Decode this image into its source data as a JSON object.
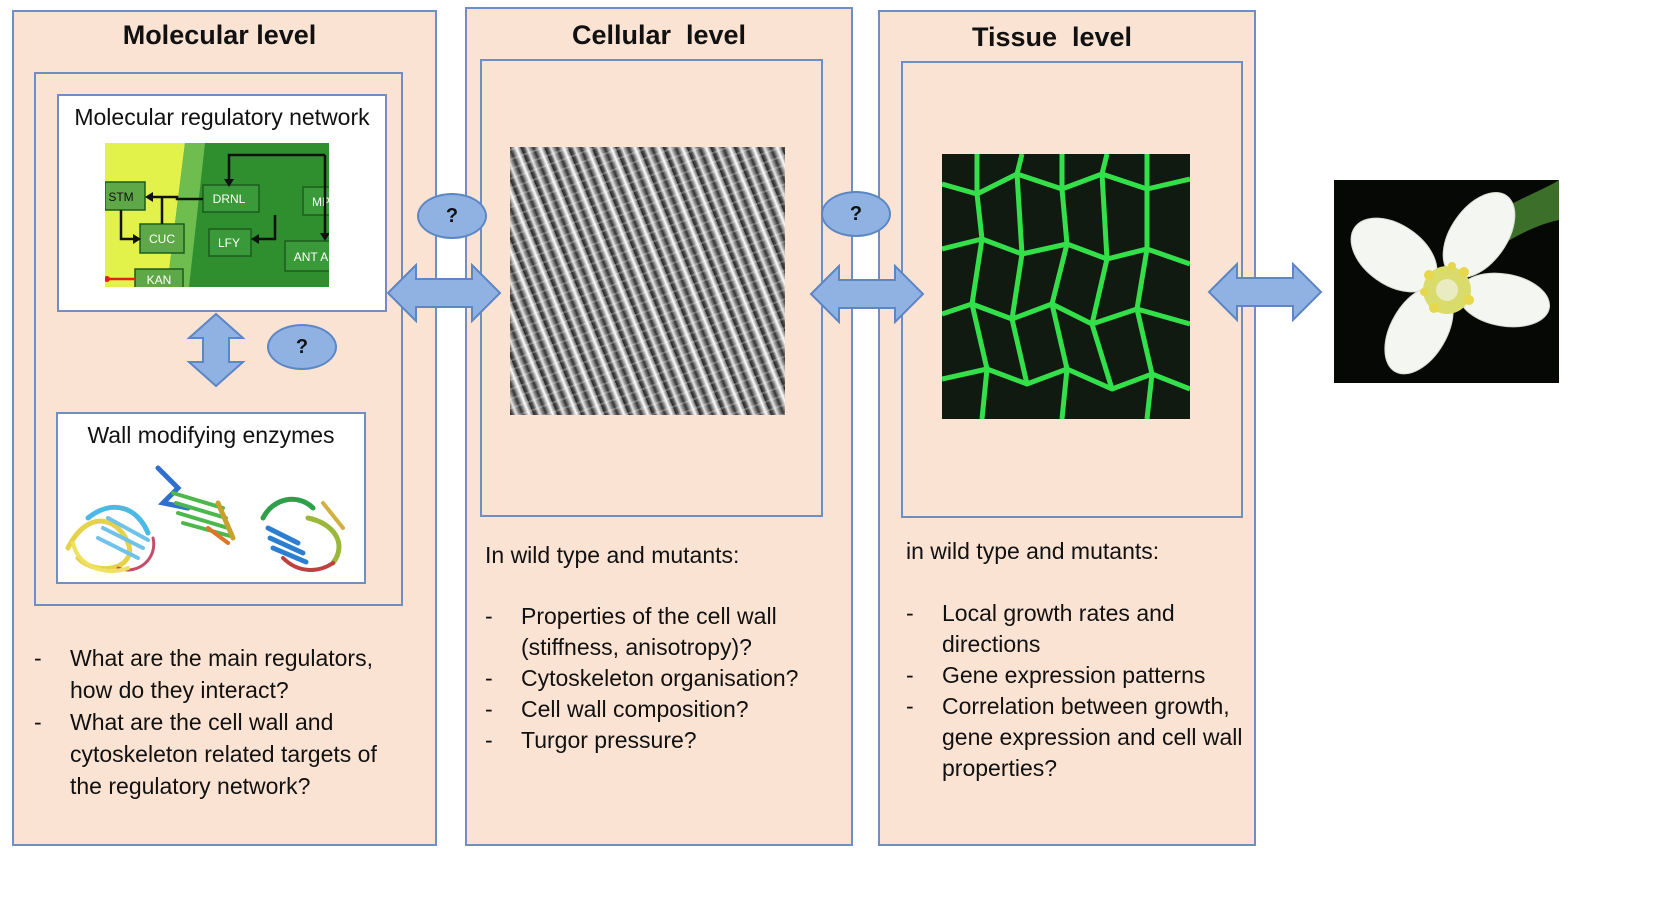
{
  "panels": {
    "molecular": {
      "title": "Molecular level",
      "network_card_title": "Molecular regulatory network",
      "network_nodes": [
        "STM",
        "DRNL",
        "MP",
        "CUC",
        "LFY",
        "ANT A",
        "KAN"
      ],
      "enzymes_card_title": "Wall modifying enzymes",
      "questions": [
        "What are the main regulators, how do they interact?",
        "What are the cell wall and cytoskeleton related targets of the regulatory network?"
      ]
    },
    "cellular": {
      "title": "Cellular  level",
      "intro": "In wild type and mutants:",
      "questions": [
        "Properties of the cell wall (stiffness, anisotropy)?",
        "Cytoskeleton organisation?",
        "Cell wall composition?",
        "Turgor pressure?"
      ]
    },
    "tissue": {
      "title": "Tissue  level",
      "intro": "in wild type and mutants:",
      "questions": [
        "Local growth rates and directions",
        "Gene expression patterns",
        "Correlation between growth, gene expression and cell wall properties?"
      ]
    }
  },
  "question_marks": [
    "?",
    "?",
    "?"
  ],
  "list_bullet": "-",
  "colors": {
    "panel_fill": "#fbe3d3",
    "panel_border": "#6f8fc4",
    "arrow_fill": "#8fb2e3",
    "tissue_green": "#33e04a",
    "network_dark_green": "#2f8f2f",
    "network_yellow": "#e2f24a"
  }
}
